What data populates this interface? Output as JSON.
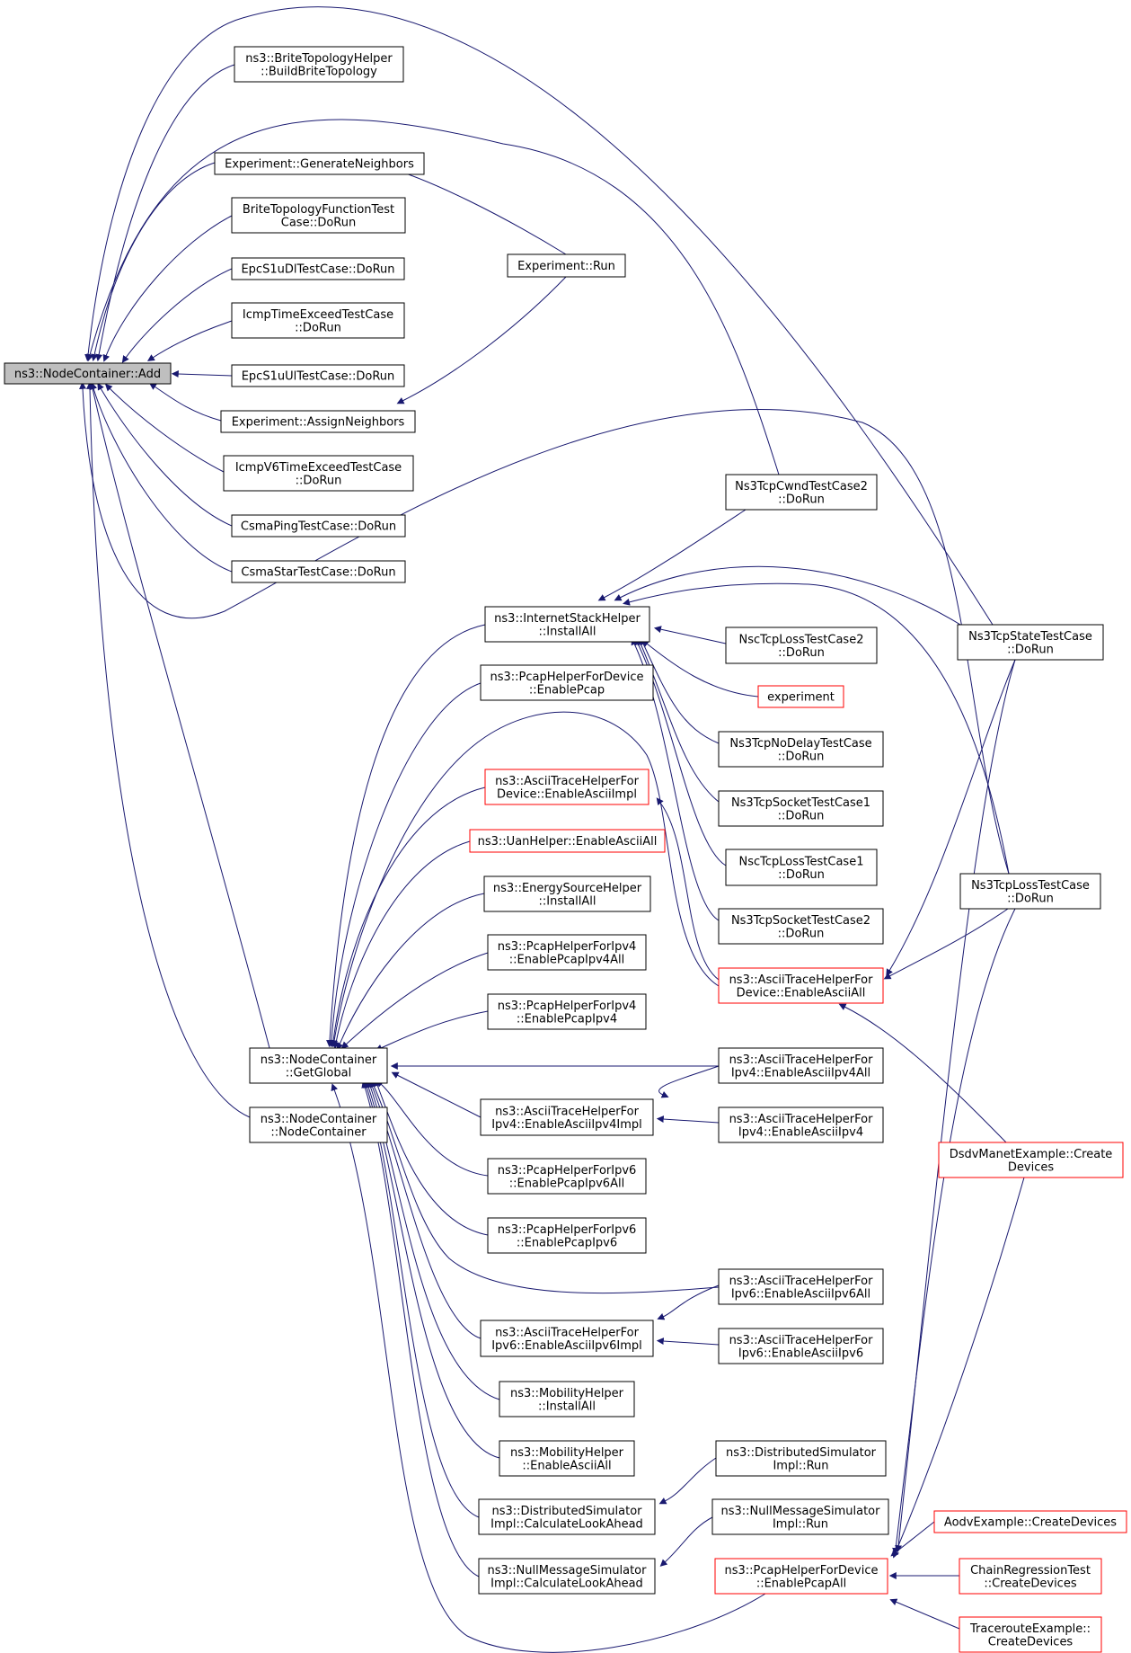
{
  "colors": {
    "edge": "#191970",
    "node_border": "#000000",
    "node_border_truncated": "#ff0000",
    "root_fill": "#bfbfbf",
    "node_fill": "#ffffff",
    "text": "#000000"
  },
  "nodes": [
    {
      "id": "root",
      "lines": [
        "ns3::NodeContainer::Add"
      ],
      "root": true
    },
    {
      "id": "brite_helper",
      "lines": [
        "ns3::BriteTopologyHelper",
        "::BuildBriteTopology"
      ]
    },
    {
      "id": "exp_gen",
      "lines": [
        "Experiment::GenerateNeighbors"
      ]
    },
    {
      "id": "brite_test",
      "lines": [
        "BriteTopologyFunctionTest",
        "Case::DoRun"
      ]
    },
    {
      "id": "epc_dl",
      "lines": [
        "EpcS1uDlTestCase::DoRun"
      ]
    },
    {
      "id": "icmp4",
      "lines": [
        "IcmpTimeExceedTestCase",
        "::DoRun"
      ]
    },
    {
      "id": "epc_ul",
      "lines": [
        "EpcS1uUlTestCase::DoRun"
      ]
    },
    {
      "id": "exp_assign",
      "lines": [
        "Experiment::AssignNeighbors"
      ]
    },
    {
      "id": "icmp6",
      "lines": [
        "IcmpV6TimeExceedTestCase",
        "::DoRun"
      ]
    },
    {
      "id": "csma_ping",
      "lines": [
        "CsmaPingTestCase::DoRun"
      ]
    },
    {
      "id": "csma_star",
      "lines": [
        "CsmaStarTestCase::DoRun"
      ]
    },
    {
      "id": "exp_run",
      "lines": [
        "Experiment::Run"
      ]
    },
    {
      "id": "cwnd2",
      "lines": [
        "Ns3TcpCwndTestCase2",
        "::DoRun"
      ]
    },
    {
      "id": "inet_install",
      "lines": [
        "ns3::InternetStackHelper",
        "::InstallAll"
      ]
    },
    {
      "id": "pcap_dev",
      "lines": [
        "ns3::PcapHelperForDevice",
        "::EnablePcap"
      ]
    },
    {
      "id": "ascii_dev_impl",
      "lines": [
        "ns3::AsciiTraceHelperFor",
        "Device::EnableAsciiImpl"
      ],
      "truncated": true
    },
    {
      "id": "uan",
      "lines": [
        "ns3::UanHelper::EnableAsciiAll"
      ],
      "truncated": true
    },
    {
      "id": "energy",
      "lines": [
        "ns3::EnergySourceHelper",
        "::InstallAll"
      ]
    },
    {
      "id": "pcap4all",
      "lines": [
        "ns3::PcapHelperForIpv4",
        "::EnablePcapIpv4All"
      ]
    },
    {
      "id": "pcap4",
      "lines": [
        "ns3::PcapHelperForIpv4",
        "::EnablePcapIpv4"
      ]
    },
    {
      "id": "getglobal",
      "lines": [
        "ns3::NodeContainer",
        "::GetGlobal"
      ]
    },
    {
      "id": "ascii4impl",
      "lines": [
        "ns3::AsciiTraceHelperFor",
        "Ipv4::EnableAsciiIpv4Impl"
      ]
    },
    {
      "id": "nodecont",
      "lines": [
        "ns3::NodeContainer",
        "::NodeContainer"
      ]
    },
    {
      "id": "pcap6all",
      "lines": [
        "ns3::PcapHelperForIpv6",
        "::EnablePcapIpv6All"
      ]
    },
    {
      "id": "pcap6",
      "lines": [
        "ns3::PcapHelperForIpv6",
        "::EnablePcapIpv6"
      ]
    },
    {
      "id": "ascii6impl",
      "lines": [
        "ns3::AsciiTraceHelperFor",
        "Ipv6::EnableAsciiIpv6Impl"
      ]
    },
    {
      "id": "mob_install",
      "lines": [
        "ns3::MobilityHelper",
        "::InstallAll"
      ]
    },
    {
      "id": "mob_ascii",
      "lines": [
        "ns3::MobilityHelper",
        "::EnableAsciiAll"
      ]
    },
    {
      "id": "dist_calc",
      "lines": [
        "ns3::DistributedSimulator",
        "Impl::CalculateLookAhead"
      ]
    },
    {
      "id": "null_calc",
      "lines": [
        "ns3::NullMessageSimulator",
        "Impl::CalculateLookAhead"
      ]
    },
    {
      "id": "nsc2",
      "lines": [
        "NscTcpLossTestCase2",
        "::DoRun"
      ]
    },
    {
      "id": "experiment",
      "lines": [
        "experiment"
      ],
      "truncated": true
    },
    {
      "id": "nodelay",
      "lines": [
        "Ns3TcpNoDelayTestCase",
        "::DoRun"
      ]
    },
    {
      "id": "sock1",
      "lines": [
        "Ns3TcpSocketTestCase1",
        "::DoRun"
      ]
    },
    {
      "id": "nsc1",
      "lines": [
        "NscTcpLossTestCase1",
        "::DoRun"
      ]
    },
    {
      "id": "sock2",
      "lines": [
        "Ns3TcpSocketTestCase2",
        "::DoRun"
      ]
    },
    {
      "id": "ascii_dev_all",
      "lines": [
        "ns3::AsciiTraceHelperFor",
        "Device::EnableAsciiAll"
      ],
      "truncated": true
    },
    {
      "id": "ascii4all",
      "lines": [
        "ns3::AsciiTraceHelperFor",
        "Ipv4::EnableAsciiIpv4All"
      ]
    },
    {
      "id": "ascii4",
      "lines": [
        "ns3::AsciiTraceHelperFor",
        "Ipv4::EnableAsciiIpv4"
      ]
    },
    {
      "id": "ascii6all",
      "lines": [
        "ns3::AsciiTraceHelperFor",
        "Ipv6::EnableAsciiIpv6All"
      ]
    },
    {
      "id": "ascii6",
      "lines": [
        "ns3::AsciiTraceHelperFor",
        "Ipv6::EnableAsciiIpv6"
      ]
    },
    {
      "id": "dist_run",
      "lines": [
        "ns3::DistributedSimulator",
        "Impl::Run"
      ]
    },
    {
      "id": "null_run",
      "lines": [
        "ns3::NullMessageSimulator",
        "Impl::Run"
      ]
    },
    {
      "id": "pcap_all",
      "lines": [
        "ns3::PcapHelperForDevice",
        "::EnablePcapAll"
      ],
      "truncated": true
    },
    {
      "id": "state",
      "lines": [
        "Ns3TcpStateTestCase",
        "::DoRun"
      ]
    },
    {
      "id": "loss",
      "lines": [
        "Ns3TcpLossTestCase",
        "::DoRun"
      ]
    },
    {
      "id": "dsdv",
      "lines": [
        "DsdvManetExample::Create",
        "Devices"
      ],
      "truncated": true
    },
    {
      "id": "aodv",
      "lines": [
        "AodvExample::CreateDevices"
      ],
      "truncated": true
    },
    {
      "id": "chain",
      "lines": [
        "ChainRegressionTest",
        "::CreateDevices"
      ],
      "truncated": true
    },
    {
      "id": "traceroute",
      "lines": [
        "TracerouteExample::",
        "CreateDevices"
      ],
      "truncated": true
    }
  ]
}
